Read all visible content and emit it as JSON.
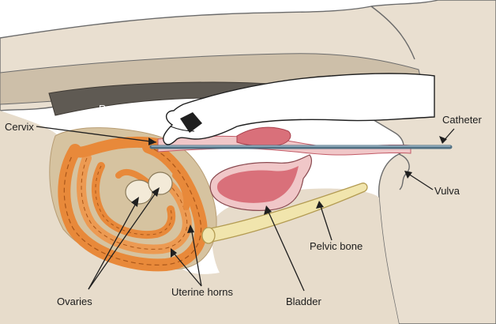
{
  "labels": {
    "rectum": "Rectum",
    "cervix": "Cervix",
    "catheter": "Catheter",
    "vulva": "Vulva",
    "pelvic_bone": "Pelvic bone",
    "ovaries": "Ovaries",
    "uterine_horns": "Uterine horns",
    "bladder": "Bladder"
  },
  "colors": {
    "body": "#e9dfd0",
    "body_outline": "#6b6b6b",
    "rectum_wall": "#5f5a53",
    "inner_tissue": "#d8c5a3",
    "uterus": "#e8893a",
    "uterus_outline": "#a9561a",
    "ovary": "#f3ead8",
    "bladder": "#d9707a",
    "bladder_rim": "#f0c7c8",
    "pelvic_bone": "#f1e5ad",
    "catheter": "#6f8fa3",
    "skin": "#ffffff",
    "line": "#1f1f1f"
  }
}
